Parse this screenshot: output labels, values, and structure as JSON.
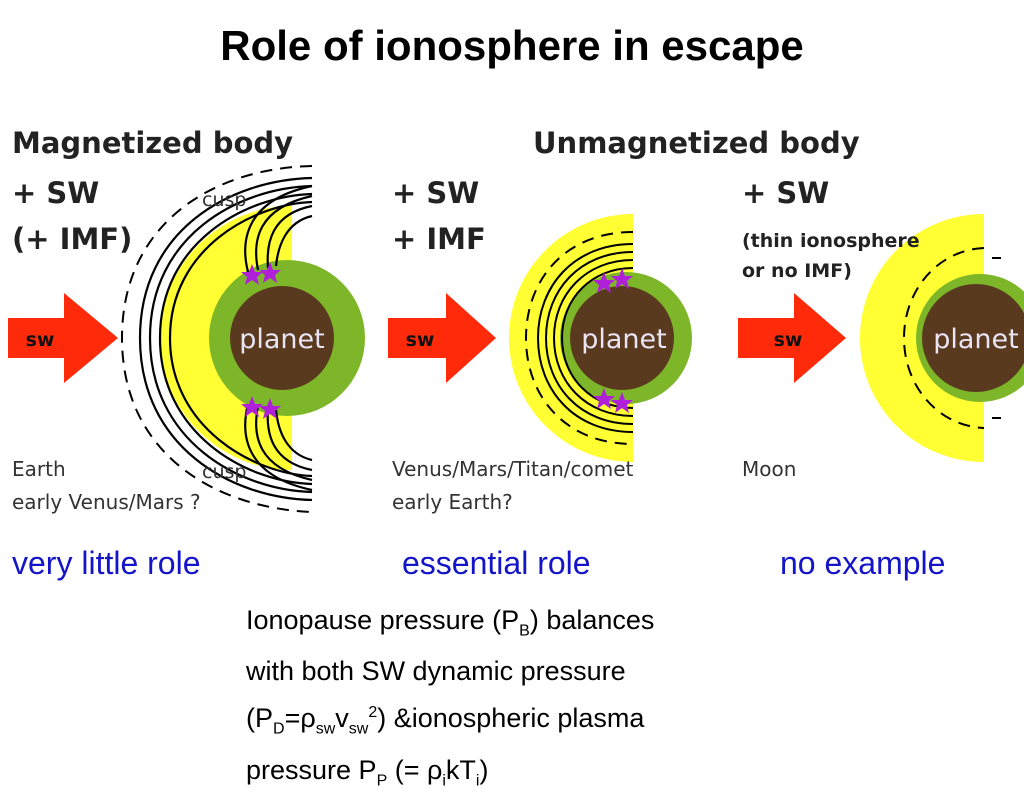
{
  "title": "Role of ionosphere in escape",
  "magnetized": {
    "heading": "Magnetized body",
    "conditions": [
      "+ SW",
      "(+ IMF)"
    ],
    "cusp_top": "cusp",
    "cusp_bottom": "cusp",
    "planet_label": "planet",
    "arrow_label": "sw",
    "examples": [
      "Earth",
      "early Venus/Mars ?"
    ],
    "role": "very little role"
  },
  "unmagnetized": {
    "heading": "Unmagnetized body",
    "imf_case": {
      "conditions": [
        "+ SW",
        "+ IMF"
      ],
      "planet_label": "planet",
      "arrow_label": "sw",
      "examples": [
        "Venus/Mars/Titan/comet",
        "early Earth?"
      ],
      "role": "essential role"
    },
    "thin_case": {
      "conditions": [
        "+ SW"
      ],
      "sub_conditions": [
        "(thin ionosphere",
        "or no IMF)"
      ],
      "planet_label": "planet",
      "arrow_label": "sw",
      "examples": [
        "Moon"
      ],
      "role": "no example"
    }
  },
  "note": {
    "line1_a": "Ionopause pressure (P",
    "line1_sub": "B",
    "line1_b": ") balances",
    "line2": "with both SW dynamic pressure",
    "line3_a": "(P",
    "line3_sub1": "D",
    "line3_b": "=",
    "line3_rho": "ρ",
    "line3_sub2": "sw",
    "line3_v": "v",
    "line3_sub3": "sw",
    "line3_sup": "2",
    "line3_c": ") &ionospheric plasma",
    "line4_a": "pressure P",
    "line4_sub1": "P",
    "line4_b": " (= ",
    "line4_rho": "ρ",
    "line4_sub2": "i",
    "line4_c": "kT",
    "line4_sub3": "i",
    "line4_d": ")"
  },
  "colors": {
    "ionosphere": "#ffff33",
    "atmosphere": "#7db628",
    "planet": "#5a3a1e",
    "arrow": "#ff2a0a",
    "star": "#b020d8",
    "role_text": "#1414c8"
  }
}
